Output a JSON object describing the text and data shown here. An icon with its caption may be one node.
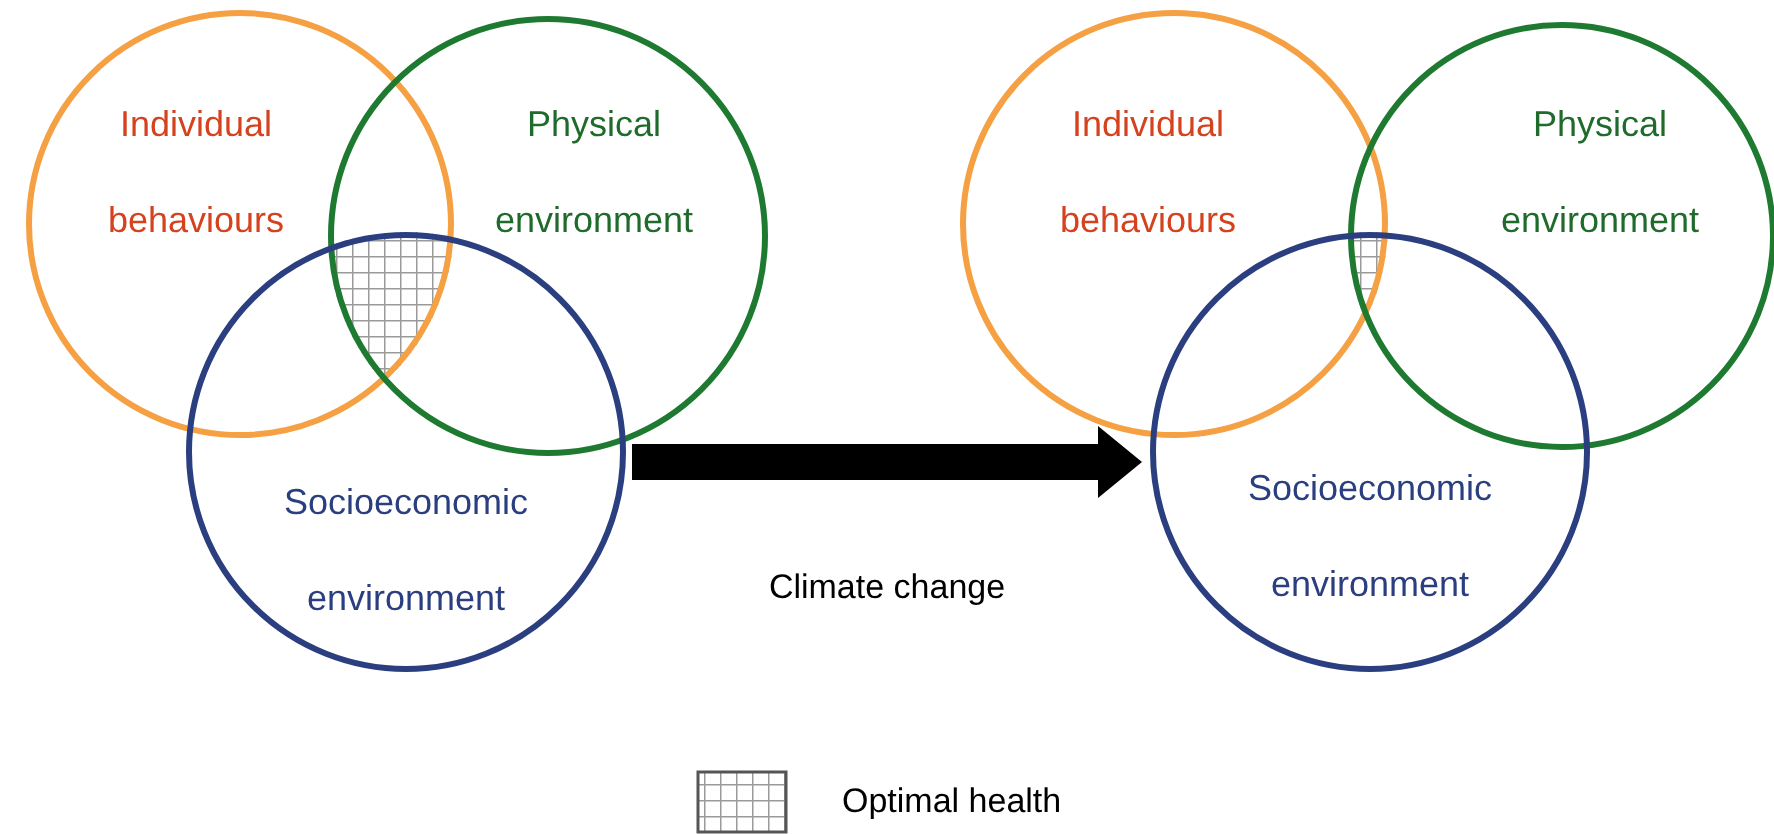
{
  "diagram": {
    "nodes": [
      {
        "text": [
          "Individual behaviours"
        ]
      },
      {
        "text": [
          "Physical environment"
        ]
      },
      {
        "text": [
          "Socioeconomic environment"
        ]
      },
      {
        "text": [
          "Individual behaviours"
        ]
      },
      {
        "text": [
          "Physical environment"
        ]
      },
      {
        "text": [
          "Socioeconomic environment"
        ]
      }
    ],
    "edges": [
      {
        "from": 2,
        "to": 5,
        "arrow": "to",
        "label": "Climate change"
      }
    ],
    "legend": [
      {
        "text": "Optimal health"
      }
    ]
  }
}
